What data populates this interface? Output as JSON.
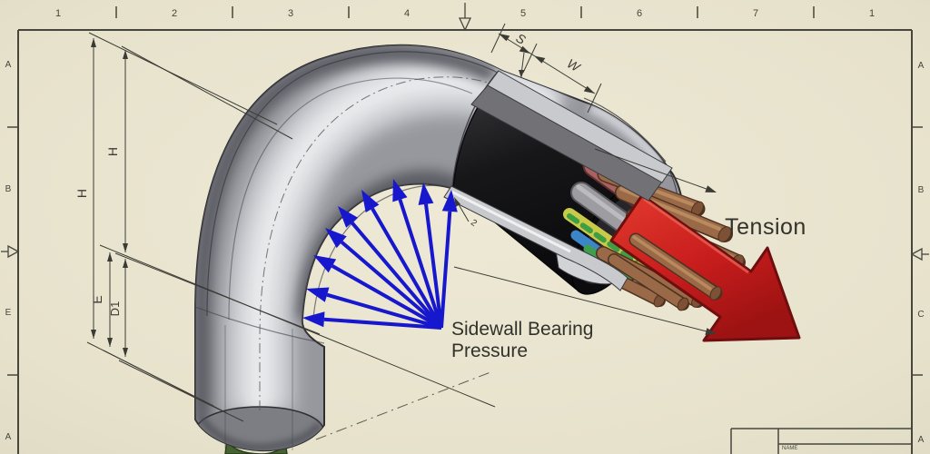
{
  "drawing": {
    "annotations": {
      "tension": "Tension",
      "sidewall_line1": "Sidewall Bearing",
      "sidewall_line2": "Pressure"
    },
    "dimensions": {
      "h_outer": "H",
      "h_inner": "H",
      "e": "E",
      "d1": "D1",
      "s": "S",
      "w": "W",
      "thickness": "2"
    },
    "border": {
      "columns": [
        "1",
        "2",
        "3",
        "4",
        "5",
        "6",
        "7",
        "1"
      ],
      "rows_left": [
        "A",
        "B",
        "E",
        "A"
      ],
      "rows_right": [
        "A",
        "B",
        "C",
        "A"
      ]
    },
    "title_block": {
      "name_label": "NAME"
    },
    "colors": {
      "background": "#e7e2cc",
      "arrow_blue": "#1717cd",
      "arrow_red": "#cd2020",
      "arrow_red_dark": "#6e0e0e",
      "line": "#3d3d36"
    }
  }
}
